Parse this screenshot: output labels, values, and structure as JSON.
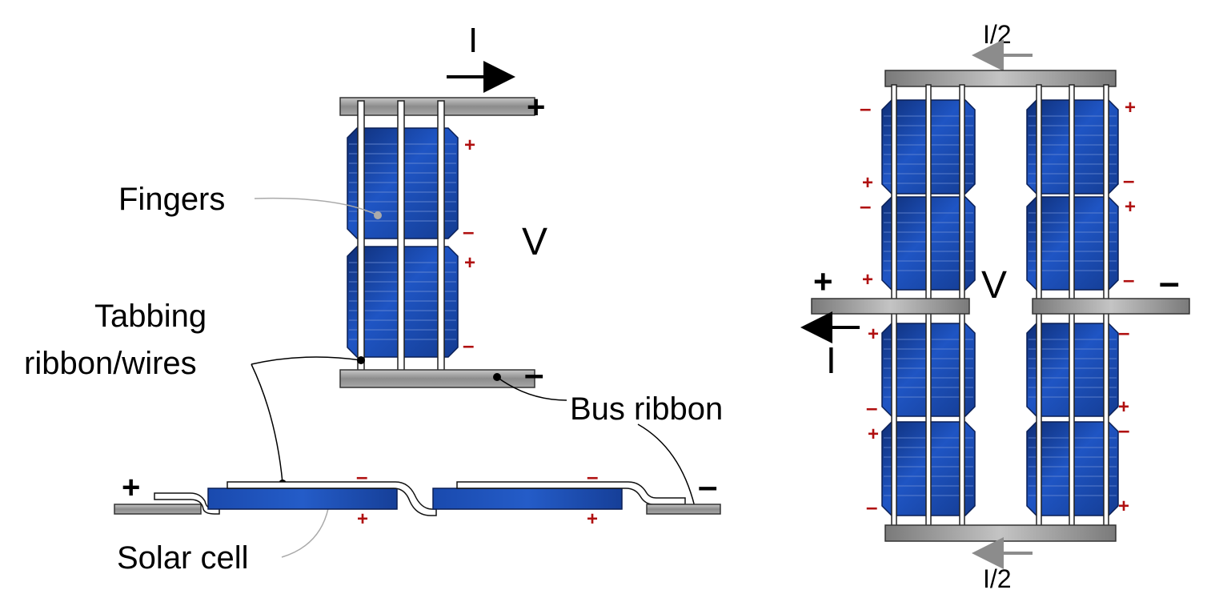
{
  "labels": {
    "fingers": "Fingers",
    "tabbing_line1": "Tabbing",
    "tabbing_line2": "ribbon/wires",
    "bus_ribbon": "Bus ribbon",
    "solar_cell": "Solar cell"
  },
  "series_string": {
    "current": "I",
    "voltage": "V",
    "plus": "+",
    "minus": "–",
    "cell_plus": "+",
    "cell_minus": "–"
  },
  "side_view": {
    "plus": "+",
    "minus": "–",
    "cell_top": "–",
    "cell_bottom": "+"
  },
  "parallel": {
    "half_current_top": "I/2",
    "half_current_bottom": "I/2",
    "current": "I",
    "voltage": "V",
    "plus": "+",
    "minus": "–",
    "cell_plus": "+",
    "cell_minus": "–"
  },
  "colors": {
    "cell_dark": "#123a86",
    "cell_mid": "#1e52c0",
    "bus_gray": "#9a9a9a",
    "polarity_red": "#b01010",
    "arrow_gray": "#8c8c8c"
  }
}
